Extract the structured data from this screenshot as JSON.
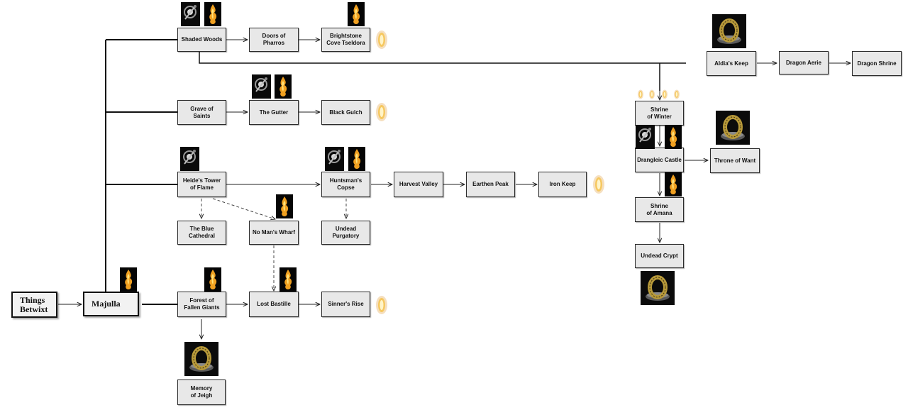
{
  "nodes": {
    "things_betwixt": "Things\nBetwixt",
    "majulla": "Majulla",
    "shaded_woods": "Shaded Woods",
    "doors_of_pharros": "Doors of Pharros",
    "brightstone_cove": "Brightstone\nCove Tseldora",
    "grave_of_saints": "Grave of\nSaints",
    "the_gutter": "The Gutter",
    "black_gulch": "Black Gulch",
    "heides_tower": "Heide's Tower\nof Flame",
    "huntsmans_copse": "Huntsman's\nCopse",
    "harvest_valley": "Harvest Valley",
    "earthen_peak": "Earthen Peak",
    "iron_keep": "Iron Keep",
    "blue_cathedral": "The Blue\nCathedral",
    "no_mans_wharf": "No Man's Wharf",
    "undead_purgatory": "Undead\nPurgatory",
    "forest_fallen_giants": "Forest of\nFallen Giants",
    "lost_bastille": "Lost Bastille",
    "sinners_rise": "Sinner's Rise",
    "memory_of_jeigh": "Memory\nof Jeigh",
    "aldias_keep": "Aldia's Keep",
    "dragon_aerie": "Dragon Aerie",
    "dragon_shrine": "Dragon Shrine",
    "shrine_of_winter": "Shrine\nof Winter",
    "drangleic_castle": "Drangleic Castle",
    "throne_of_want": "Throne of Want",
    "shrine_of_amana": "Shrine\nof Amana",
    "undead_crypt": "Undead Crypt"
  },
  "icons": {
    "flame": "flame-icon",
    "bone": "bone-icon",
    "ring": "ring-icon",
    "glow": "glow-icon"
  },
  "colors": {
    "node_fill": "#e8e8e8",
    "node_border": "#2b2b2b",
    "flame_orange": "#f0a020",
    "glow_core": "#fff4c8",
    "glow_outer": "#e8b870",
    "ring_gold": "#b89a3a"
  }
}
